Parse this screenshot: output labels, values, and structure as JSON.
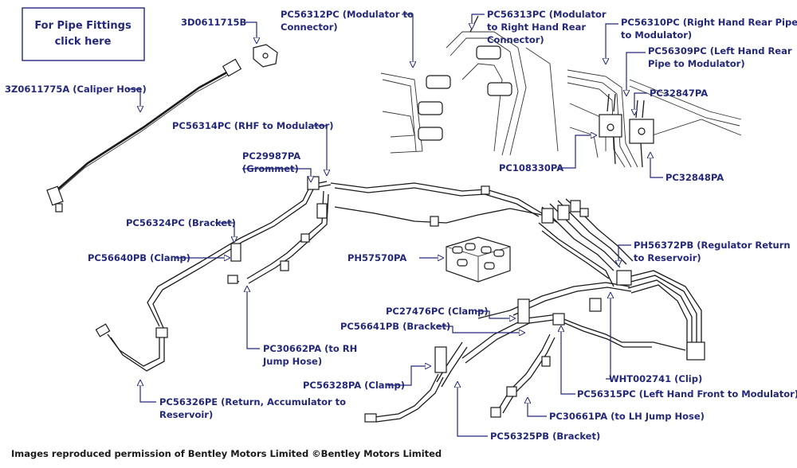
{
  "fittings_button": {
    "line1": "For Pipe Fittings",
    "line2": "click here"
  },
  "labels": {
    "l1": "3D0611715B",
    "l2": "PC56312PC  (Modulator to",
    "l2b": "Connector)",
    "l3": "PC56313PC (Modulator",
    "l3b": "to Right Hand Rear",
    "l3c": "Connector)",
    "l4": "PC56310PC (Right Hand Rear Pipe",
    "l4b": "to Modulator)",
    "l5": "PC56309PC (Left Hand Rear",
    "l5b": "Pipe to Modulator)",
    "l6": "3Z0611775A (Caliper Hose)",
    "l7": "PC32847PA",
    "l8": "PC56314PC (RHF to Modulator)",
    "l9": "PC29987PA",
    "l9b": "(Grommet)",
    "l10": "PC108330PA",
    "l11": "PC32848PA",
    "l12": "PC56324PC (Bracket)",
    "l13": "PH56372PB (Regulator Return",
    "l13b": "to Reservoir)",
    "l14": "PH57570PA",
    "l15": "PC56640PB (Clamp)",
    "l16": "PC27476PC (Clamp)",
    "l17": "PC56641PB (Bracket)",
    "l18": "PC30662PA (to RH",
    "l18b": "Jump Hose)",
    "l19": "WHT002741 (Clip)",
    "l20": "PC56328PA (Clamp)",
    "l21": "PC56315PC (Left Hand Front to Modulator)",
    "l22": "PC56326PE (Return, Accumulator to",
    "l22b": "Reservoir)",
    "l23": "PC30661PA (to LH Jump Hose)",
    "l24": "PC56325PB (Bracket)"
  },
  "footer": "Images reproduced permission of Bentley Motors Limited ©Bentley Motors Limited",
  "colors": {
    "label": "#23287a",
    "line": "#1a1a1a"
  }
}
